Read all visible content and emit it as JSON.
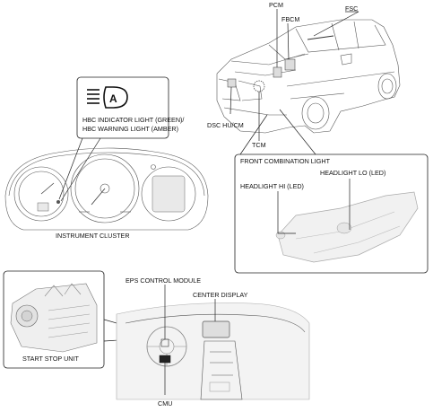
{
  "labels": {
    "pcm": "PCM",
    "fbcm": "FBCM",
    "fsc": "FSC",
    "dsc_hu_cm": "DSC HU/CM",
    "tcm": "TCM",
    "hbc_indicator_line1": "HBC INDICATOR LIGHT (GREEN)/",
    "hbc_indicator_line2": "HBC WARNING LIGHT (AMBER)",
    "instrument_cluster": "INSTRUMENT CLUSTER",
    "front_combination_light": "FRONT COMBINATION LIGHT",
    "headlight_lo": "HEADLIGHT LO (LED)",
    "headlight_hi": "HEADLIGHT HI (LED)",
    "eps_control_module": "EPS CONTROL MODULE",
    "center_display": "CENTER DISPLAY",
    "start_stop_unit": "START STOP UNIT",
    "cmu": "CMU"
  },
  "icons": {
    "hbc_symbol": "auto-high-beam-icon",
    "hbc_symbol_letter": "A"
  }
}
